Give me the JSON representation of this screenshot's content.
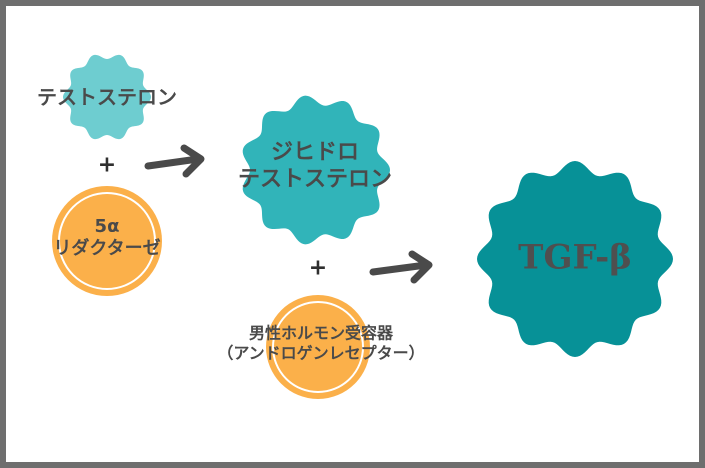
{
  "molecules": {
    "testosterone": {
      "label": "テストステロン",
      "color": "#6ecdd0"
    },
    "enzyme": {
      "label_line1": "5α",
      "label_line2": "リダクターゼ",
      "color": "#fbb04a",
      "ring_color": "#ffffff"
    },
    "dht": {
      "label_line1": "ジヒドロ",
      "label_line2": "テストステロン",
      "color": "#31b4b9"
    },
    "receptor": {
      "label_line1": "男性ホルモン受容器",
      "label_line2": "（アンドロゲンレセプター）",
      "color": "#fbb04a",
      "ring_color": "#ffffff"
    },
    "tgf": {
      "label": "TGF-β",
      "color": "#079197"
    }
  },
  "operators": {
    "plus1": "+",
    "plus2": "+"
  },
  "arrows": {
    "color": "#4a4a4a"
  },
  "frame": {
    "border_color": "#6e6e6e"
  }
}
